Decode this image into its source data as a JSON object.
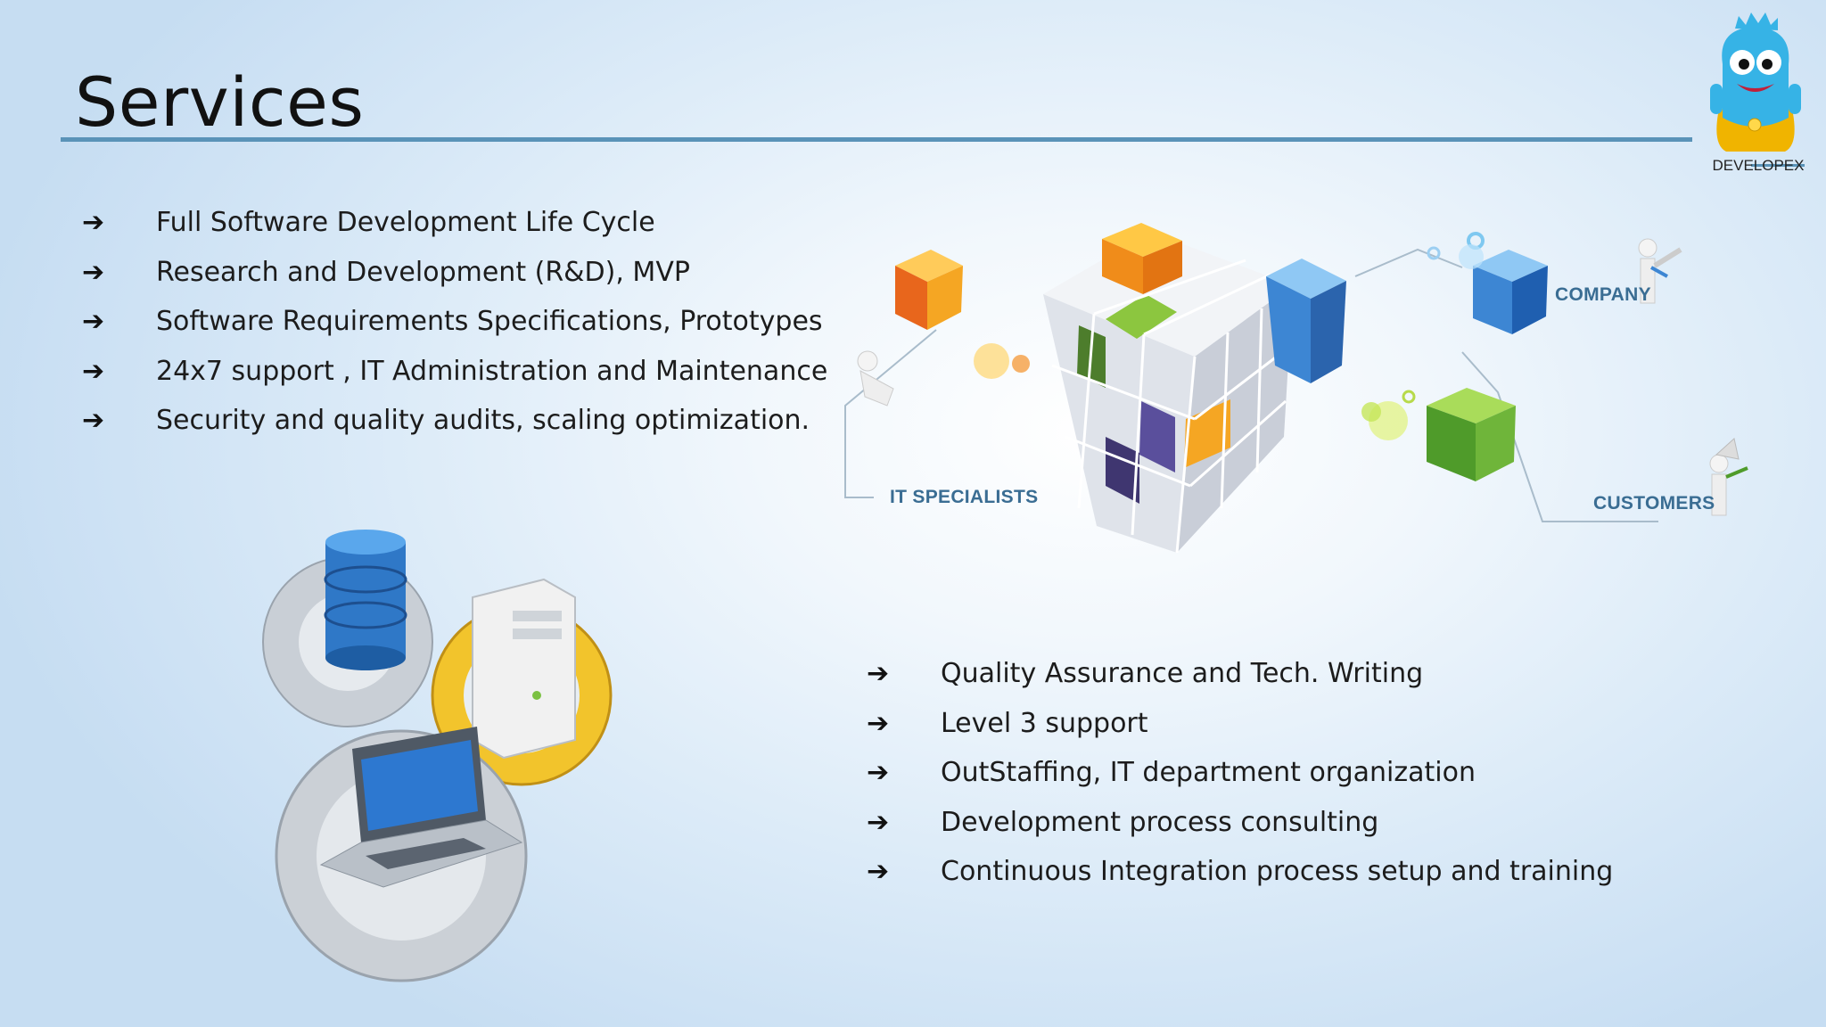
{
  "slide": {
    "title": "Services",
    "logo_text": "DEVELOPEX"
  },
  "left_list": {
    "items": [
      {
        "icon": "arrow-right-icon",
        "text": "Full Software Development Life Cycle"
      },
      {
        "icon": "arrow-right-icon",
        "text": "Research and Development (R&D), MVP"
      },
      {
        "icon": "arrow-right-icon",
        "text": "Software Requirements Specifications, Prototypes"
      },
      {
        "icon": "arrow-right-icon",
        "text": "24x7 support , IT Administration and Maintenance"
      },
      {
        "icon": "arrow-right-icon",
        "text": "Security and quality audits, scaling optimization."
      }
    ]
  },
  "right_list": {
    "items": [
      {
        "icon": "arrow-right-icon",
        "text": "Quality Assurance and Tech. Writing"
      },
      {
        "icon": "arrow-right-icon",
        "text": "Level 3 support"
      },
      {
        "icon": "arrow-right-icon",
        "text": "OutStaffing, IT department organization"
      },
      {
        "icon": "arrow-right-icon",
        "text": "Development process consulting"
      },
      {
        "icon": "arrow-right-icon",
        "text": "Continuous Integration process setup and training"
      }
    ]
  },
  "illustration": {
    "labels": {
      "it_specialists": "IT SPECIALISTS",
      "company": "COMPANY",
      "customers": "CUSTOMERS"
    }
  },
  "colors": {
    "rule": "#5a93b8",
    "label": "#3a6d93",
    "orange": "#f5a623",
    "blue": "#3d86d3",
    "green": "#7cb83a",
    "purple": "#5a4f9c"
  }
}
